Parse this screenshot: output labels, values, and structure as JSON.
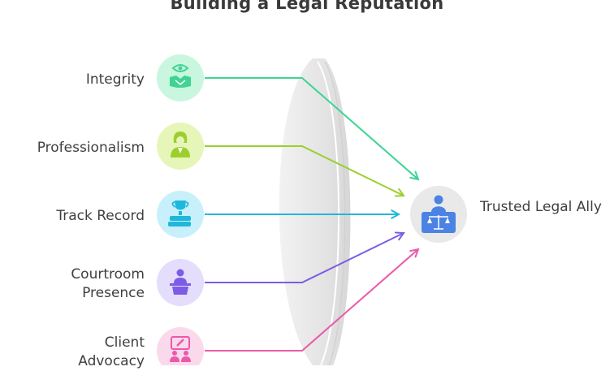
{
  "title": "Building a Legal Reputation",
  "factors": [
    {
      "label": "Integrity",
      "icon": "handshake-eye-icon",
      "color": "#3fd493",
      "bg": "#c9f6df"
    },
    {
      "label": "Professionalism",
      "icon": "lawyer-icon",
      "color": "#9ccf2c",
      "bg": "#e6f6b8"
    },
    {
      "label": "Track Record",
      "icon": "trophy-books-icon",
      "color": "#1fb8dc",
      "bg": "#c8f0fb"
    },
    {
      "label": "Courtroom Presence",
      "icon": "speaker-podium-icon",
      "color": "#7c5ce6",
      "bg": "#e4ddfc"
    },
    {
      "label": "Client Advocacy",
      "icon": "group-presentation-icon",
      "color": "#ea5aaa",
      "bg": "#fbd9ec"
    }
  ],
  "target": {
    "label": "Trusted Legal Ally",
    "icon": "judge-scales-icon",
    "color": "#4a83e3",
    "bg": "#e9e9e9"
  }
}
